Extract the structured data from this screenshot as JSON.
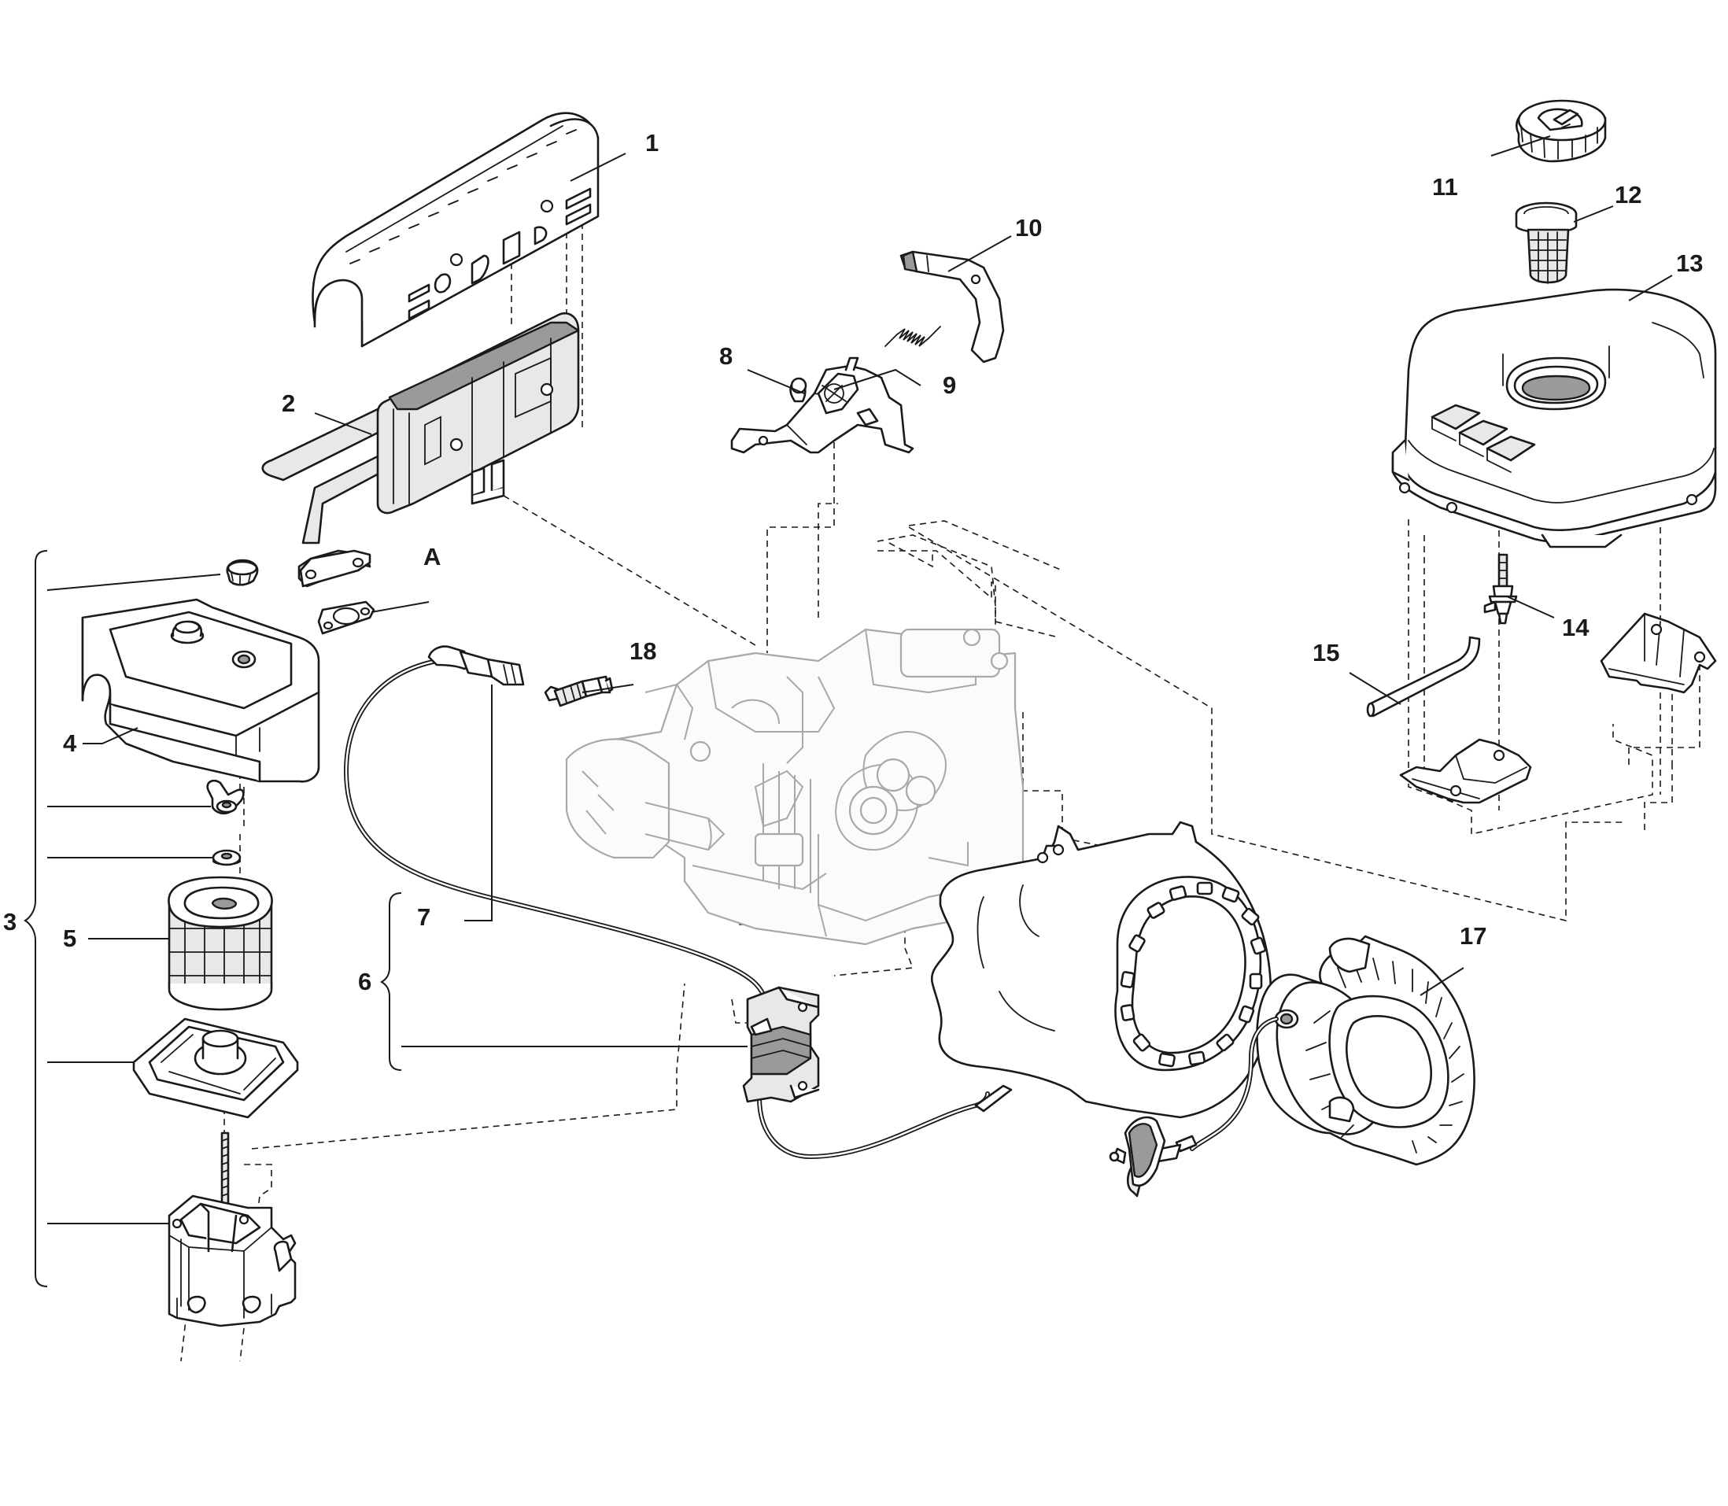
{
  "labels": {
    "l1": "1",
    "l2": "2",
    "l3": "3",
    "l4": "4",
    "l5": "5",
    "l6": "6",
    "l7": "7",
    "l8": "8",
    "l9": "9",
    "l10": "10",
    "l11": "11",
    "l12": "12",
    "l13": "13",
    "l14": "14",
    "l15": "15",
    "l17": "17",
    "l18": "18",
    "lA": "A"
  }
}
